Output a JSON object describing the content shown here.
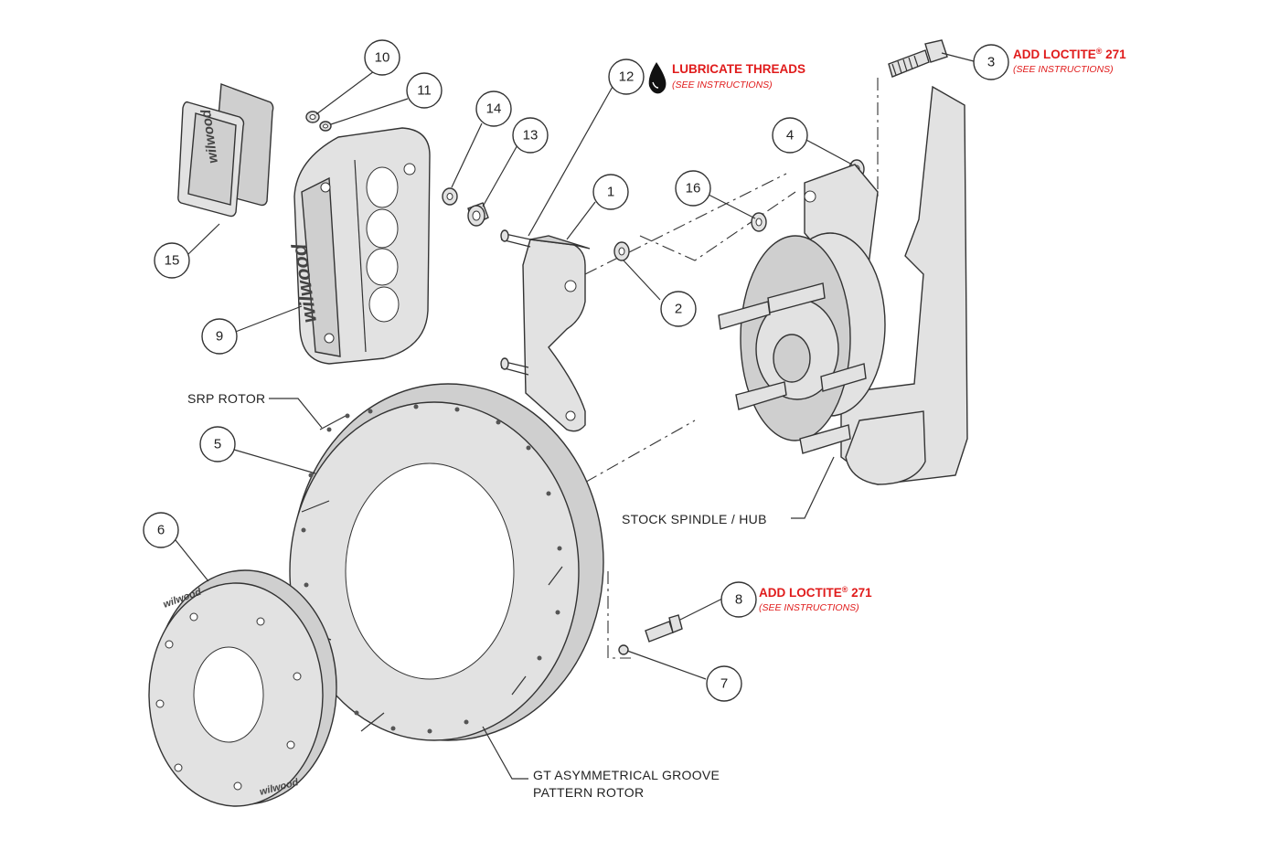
{
  "brand_text": "wilwood",
  "callouts": [
    {
      "id": "c1",
      "number": "1"
    },
    {
      "id": "c2",
      "number": "2"
    },
    {
      "id": "c3",
      "number": "3"
    },
    {
      "id": "c4",
      "number": "4"
    },
    {
      "id": "c5",
      "number": "5"
    },
    {
      "id": "c6",
      "number": "6"
    },
    {
      "id": "c7",
      "number": "7"
    },
    {
      "id": "c8",
      "number": "8"
    },
    {
      "id": "c9",
      "number": "9"
    },
    {
      "id": "c10",
      "number": "10"
    },
    {
      "id": "c11",
      "number": "11"
    },
    {
      "id": "c12",
      "number": "12"
    },
    {
      "id": "c13",
      "number": "13"
    },
    {
      "id": "c14",
      "number": "14"
    },
    {
      "id": "c15",
      "number": "15"
    },
    {
      "id": "c16",
      "number": "16"
    }
  ],
  "labels": {
    "srp_rotor": "SRP ROTOR",
    "stock_spindle_hub": "STOCK SPINDLE / HUB",
    "gt_rotor_line1": "GT ASYMMETRICAL GROOVE",
    "gt_rotor_line2": "PATTERN ROTOR"
  },
  "notes": {
    "lubricate_threads": "LUBRICATE THREADS",
    "lubricate_sub": "(SEE INSTRUCTIONS)",
    "loctite_top": "ADD LOCTITE",
    "loctite_top_reg": "®",
    "loctite_top_num": " 271",
    "loctite_top_sub": "(SEE INSTRUCTIONS)",
    "loctite_bottom": "ADD LOCTITE",
    "loctite_bottom_reg": "®",
    "loctite_bottom_num": " 271",
    "loctite_bottom_sub": "(SEE INSTRUCTIONS)"
  },
  "colors": {
    "note_red": "#e01b1b",
    "line": "#333333",
    "part_fill": "#e2e2e2"
  }
}
